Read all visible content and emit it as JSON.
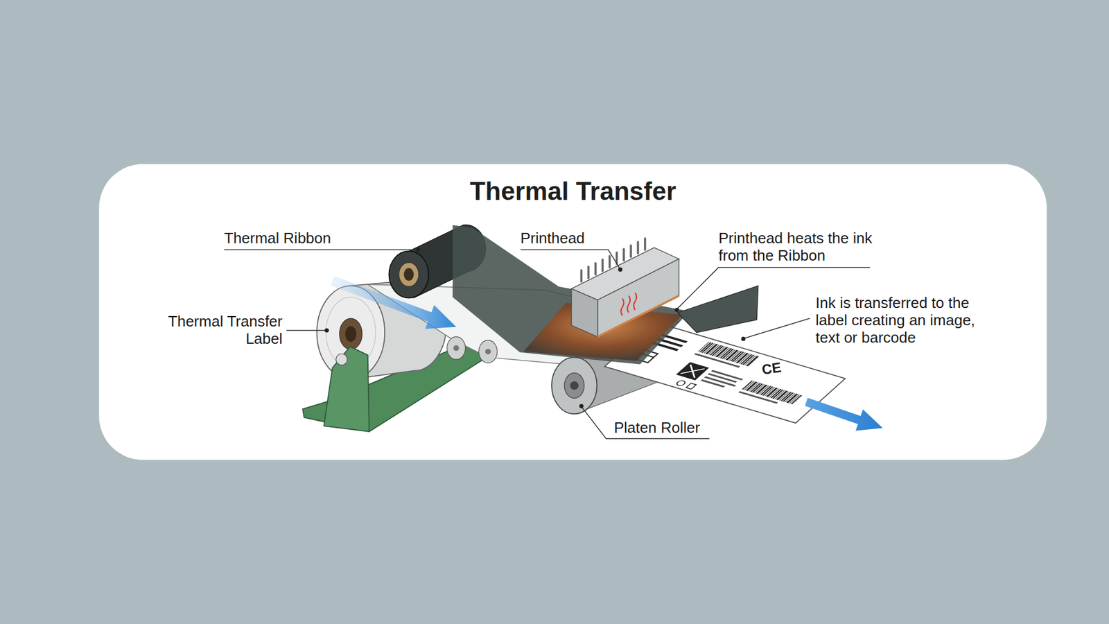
{
  "diagram": {
    "title": "Thermal Transfer",
    "labels": [
      "Thermal Ribbon",
      "Printhead",
      "Printhead heats the ink from the Ribbon",
      "Thermal Transfer Label",
      "Ink is transferred to the label creating an image, text or barcode",
      "Platen Roller",
      "CE"
    ]
  }
}
